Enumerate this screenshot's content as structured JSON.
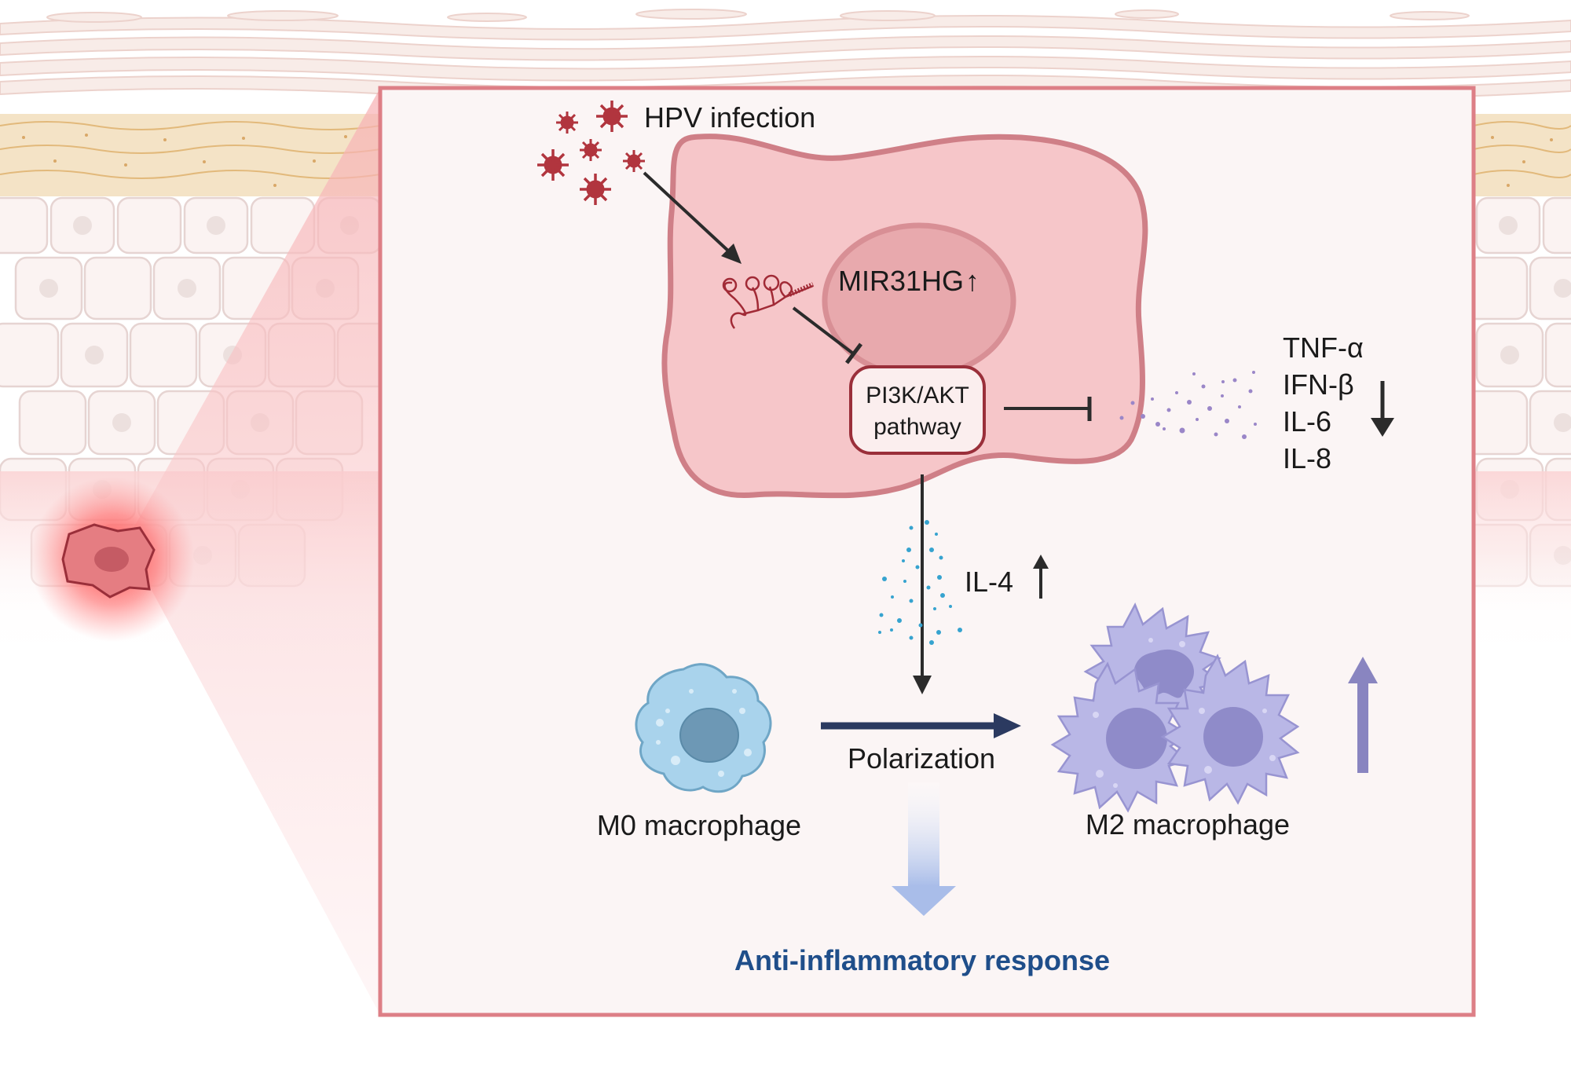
{
  "labels": {
    "hpv_infection": "HPV infection",
    "mir31hg": "MIR31HG",
    "mir31hg_arrow": "↑",
    "pi3k_line1": "PI3K/AKT",
    "pi3k_line2": "pathway",
    "tnf_alpha": "TNF-α",
    "ifn_beta": "IFN-β",
    "il6": "IL-6",
    "il8": "IL-8",
    "il4": "IL-4",
    "polarization": "Polarization",
    "m0_macrophage": "M0 macrophage",
    "m2_macrophage": "M2 macrophage",
    "anti_inflammatory": "Anti-inflammatory response"
  },
  "colors": {
    "panel_border": "#dd7f86",
    "cell_fill": "#f6c6c9",
    "cell_border": "#cf7f87",
    "nucleus_fill": "#e8a9ad",
    "virus": "#b1353e",
    "pathway_border": "#9a2f3a",
    "dark_arrow": "#2b2b2b",
    "polarization_arrow": "#2b3a60",
    "m0_fill": "#a9d3ec",
    "m0_nucleus": "#6d98b5",
    "m2_fill": "#b9b7e6",
    "m2_nucleus": "#8f8bc9",
    "up_arrow_m2": "#8985c0",
    "il4_dots": "#36a3cf",
    "cytokine_dots": "#9a86c8",
    "title_blue": "#1f4e8a",
    "skin_layer": "#f3e1c8"
  }
}
